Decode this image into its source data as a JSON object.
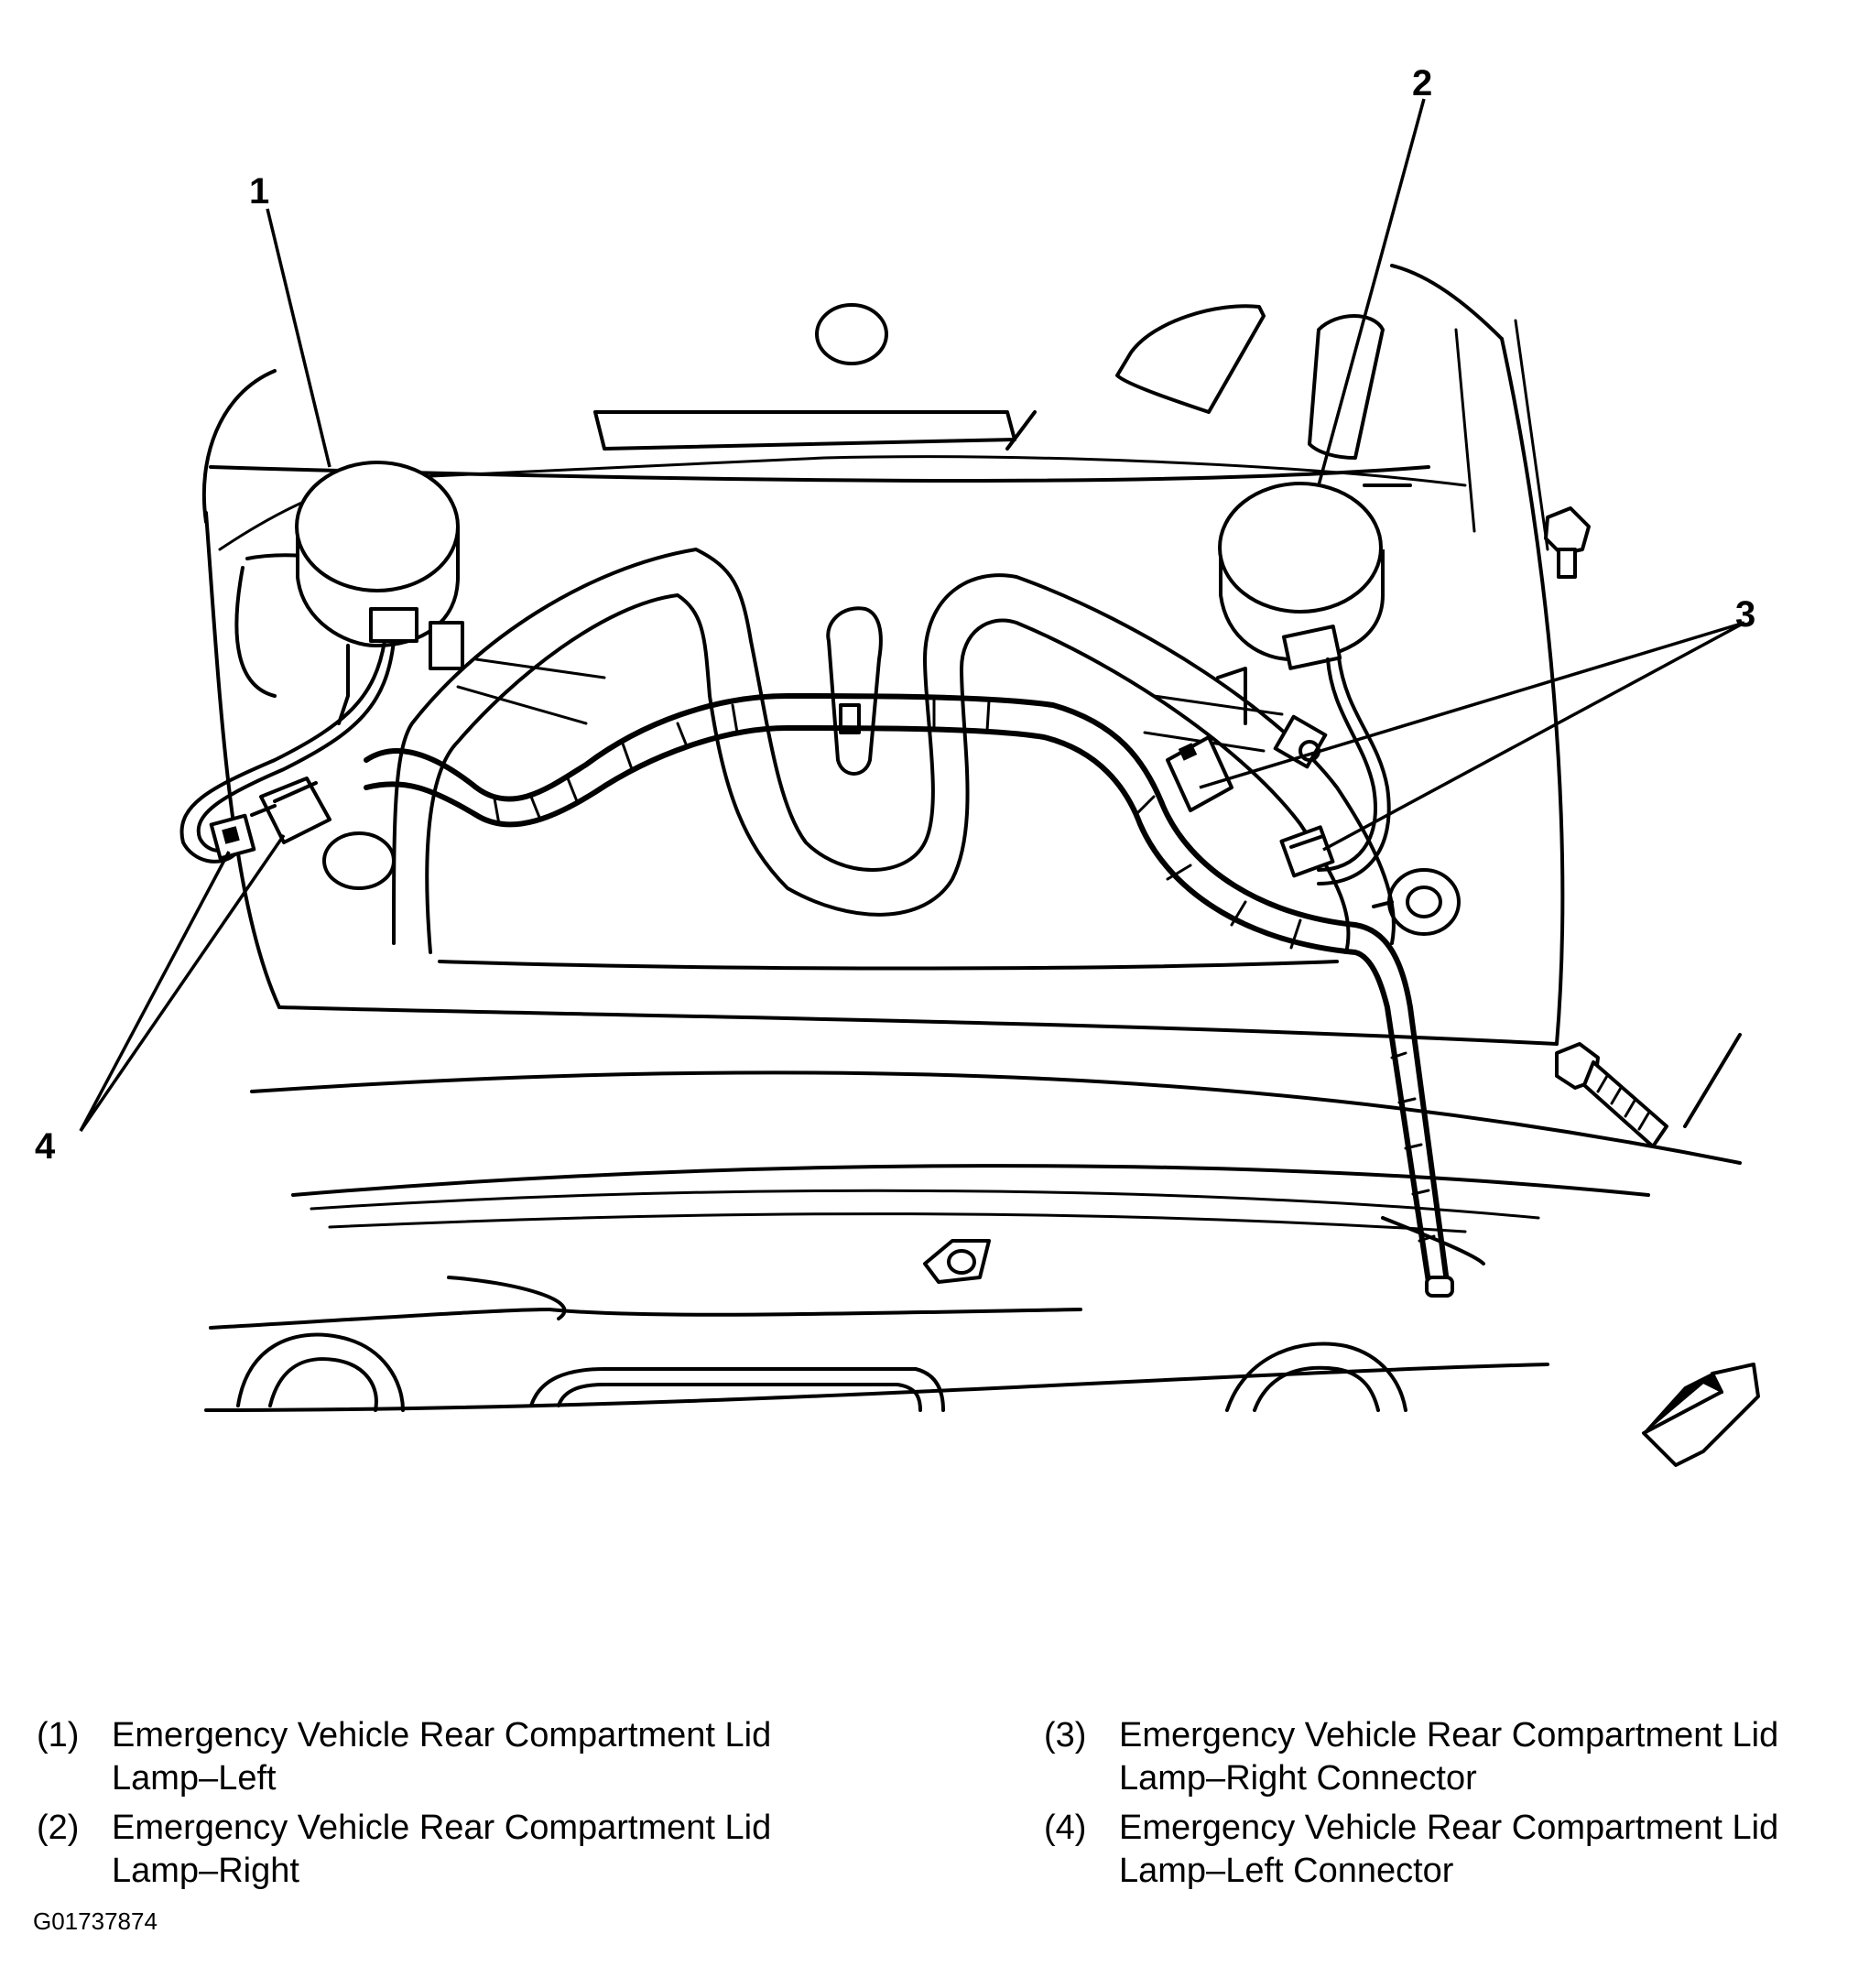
{
  "callouts": {
    "c1": "1",
    "c2": "2",
    "c3": "3",
    "c4": "4"
  },
  "legend": [
    {
      "num": "(1)",
      "line1": "Emergency Vehicle Rear Compartment Lid",
      "line2": "Lamp–Left"
    },
    {
      "num": "(2)",
      "line1": "Emergency Vehicle Rear Compartment Lid",
      "line2": "Lamp–Right"
    },
    {
      "num": "(3)",
      "line1": "Emergency Vehicle Rear Compartment Lid",
      "line2": "Lamp–Right Connector"
    },
    {
      "num": "(4)",
      "line1": "Emergency Vehicle Rear Compartment Lid",
      "line2": "Lamp–Left Connector"
    }
  ],
  "figure_id": "G01737874"
}
